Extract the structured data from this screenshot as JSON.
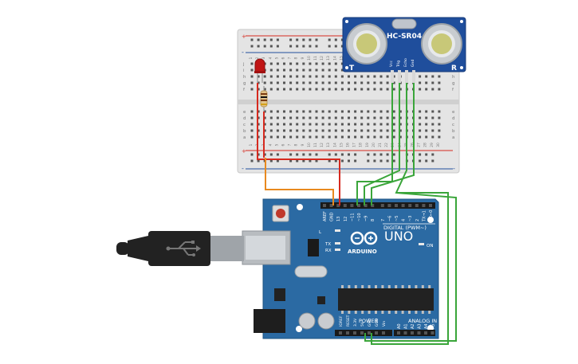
{
  "sensor": {
    "label": "HC-SR04",
    "left_mark": "T",
    "right_mark": "R",
    "pins": [
      "Vcc",
      "Trig",
      "Echo",
      "Gnd"
    ]
  },
  "breadboard": {
    "plus": "+",
    "minus": "-",
    "row_letters": [
      "j",
      "i",
      "h",
      "g",
      "f",
      "e",
      "d",
      "c",
      "b",
      "a"
    ],
    "col_numbers": [
      "1",
      "2",
      "3",
      "4",
      "5",
      "6",
      "7",
      "8",
      "9",
      "10",
      "11",
      "12",
      "13",
      "14",
      "15",
      "16",
      "17",
      "18",
      "19",
      "20",
      "21",
      "22",
      "23",
      "24",
      "25",
      "26",
      "27",
      "28",
      "29",
      "30"
    ]
  },
  "arduino": {
    "model": "UNO",
    "brand": "ARDUINO",
    "digital_label": "DIGITAL (PWM~)",
    "analog_label": "ANALOG IN",
    "power_label": "POWER",
    "on_label": "ON",
    "l_label": "L",
    "tx_label": "TX",
    "rx_label": "RX",
    "top_pins": [
      "AREF",
      "GND",
      "13",
      "12",
      "~11",
      "~10",
      "~9",
      "8",
      "7",
      "~6",
      "~5",
      "4",
      "~3",
      "2",
      "TX→1",
      "RX←0"
    ],
    "power_pins": [
      "IOREF",
      "RESET",
      "3.3V",
      "5V",
      "GND",
      "GND",
      "Vin"
    ],
    "analog_pins": [
      "A0",
      "A1",
      "A2",
      "A3",
      "A4",
      "A5"
    ]
  },
  "colors": {
    "board": "#2b6aa3",
    "sensor_board": "#1f4e9c",
    "breadboard": "#e4e4e4",
    "wire_red": "#d62a1f",
    "wire_orange": "#e8891f",
    "wire_green": "#3aa53a",
    "led": "#c01414",
    "usb": "#222222"
  }
}
